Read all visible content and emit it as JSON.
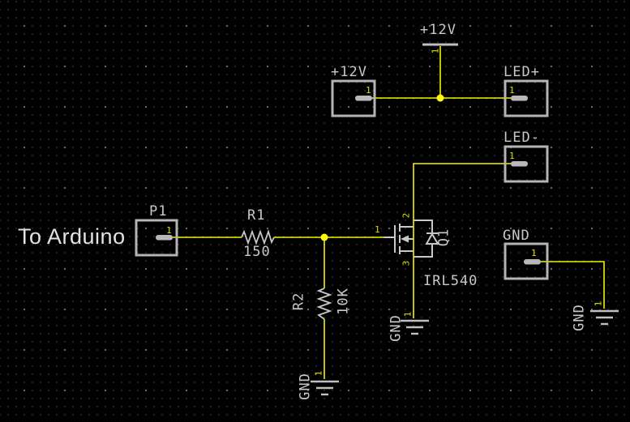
{
  "app": {
    "view": "schematic-canvas"
  },
  "colors": {
    "background": "#000000",
    "grid_dot_minor": "#2a2a2a",
    "grid_dot_major": "#6a6a6a",
    "wire": "#f2f200",
    "junction": "#ffff00",
    "symbol": "#c8c8c8",
    "pin_number": "#dede00",
    "note_text": "#e2e2e2"
  },
  "note": {
    "text": "To Arduino"
  },
  "power": {
    "supply": {
      "label": "+12V",
      "pin": "1"
    }
  },
  "connectors": {
    "v12": {
      "label": "+12V",
      "pin": "1"
    },
    "led_plus": {
      "label": "LED+",
      "pin": "1"
    },
    "led_minus": {
      "label": "LED-",
      "pin": "1"
    },
    "gnd": {
      "label": "GND",
      "pin": "1"
    },
    "p1": {
      "ref": "P1",
      "pin": "1"
    }
  },
  "parts": {
    "r1": {
      "ref": "R1",
      "value": "150"
    },
    "r2": {
      "ref": "R2",
      "value": "10K"
    },
    "q1": {
      "ref": "Q1",
      "value": "IRL540",
      "pin_gate": "1",
      "pin_drain": "2",
      "pin_source": "3"
    }
  },
  "grounds": {
    "g1": {
      "label": "GND",
      "pin": "1"
    },
    "g2": {
      "label": "GND",
      "pin": "1"
    },
    "g3": {
      "label": "GND",
      "pin": "1"
    }
  }
}
